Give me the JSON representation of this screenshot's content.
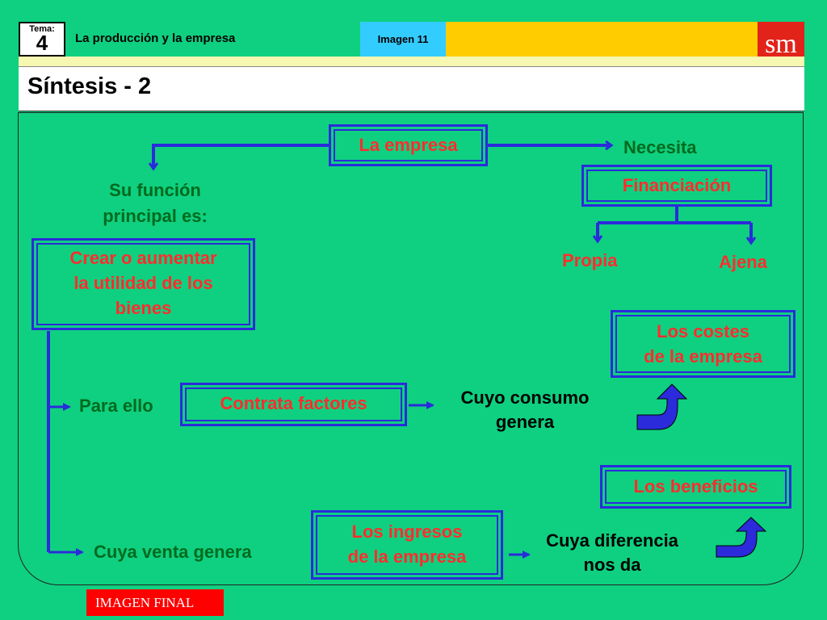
{
  "header": {
    "tema_label": "Tema:",
    "tema_number": "4",
    "topic": "La producción y la empresa",
    "image_label": "Imagen 11",
    "logo": "sm"
  },
  "title": "Síntesis - 2",
  "diagram": {
    "empresa": "La empresa",
    "necesita": "Necesita",
    "financiacion": "Financiación",
    "propia": "Propia",
    "ajena": "Ajena",
    "funcion_line1": "Su función",
    "funcion_line2": "principal es:",
    "crear_line1": "Crear o aumentar",
    "crear_line2": "la utilidad de los",
    "crear_line3": "bienes",
    "para_ello": "Para ello",
    "contrata": "Contrata factores",
    "consumo_line1": "Cuyo consumo",
    "consumo_line2": "genera",
    "costes_line1": "Los costes",
    "costes_line2": "de la empresa",
    "beneficios": "Los beneficios",
    "venta": "Cuya venta genera",
    "ingresos_line1": "Los ingresos",
    "ingresos_line2": "de la empresa",
    "diferencia_line1": "Cuya diferencia",
    "diferencia_line2": "nos da"
  },
  "footer": {
    "button": "IMAGEN FINAL"
  },
  "colors": {
    "background": "#0fd080",
    "box_border": "#2b2bdb",
    "box_text": "#ff2d2d",
    "label_green": "#006b1e",
    "header_yellow": "#ffcc00",
    "header_blue": "#33ccff",
    "logo_red": "#e2231a"
  }
}
